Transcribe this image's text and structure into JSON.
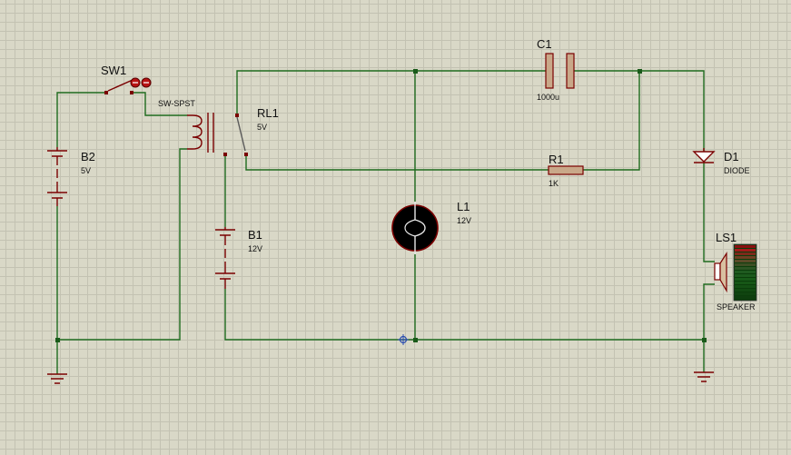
{
  "components": {
    "sw1": {
      "ref": "SW1",
      "value": "SW-SPST"
    },
    "b2": {
      "ref": "B2",
      "value": "5V"
    },
    "rl1": {
      "ref": "RL1",
      "value": "5V"
    },
    "b1": {
      "ref": "B1",
      "value": "12V"
    },
    "l1": {
      "ref": "L1",
      "value": "12V"
    },
    "c1": {
      "ref": "C1",
      "value": "1000u"
    },
    "r1": {
      "ref": "R1",
      "value": "1K"
    },
    "d1": {
      "ref": "D1",
      "value": "DIODE"
    },
    "ls1": {
      "ref": "LS1",
      "value": "SPEAKER"
    }
  },
  "colors": {
    "wire": "#1f6b1f",
    "component": "#7a0000",
    "grid_background": "#d9d8c7",
    "grid_line": "#c3c2b2"
  }
}
